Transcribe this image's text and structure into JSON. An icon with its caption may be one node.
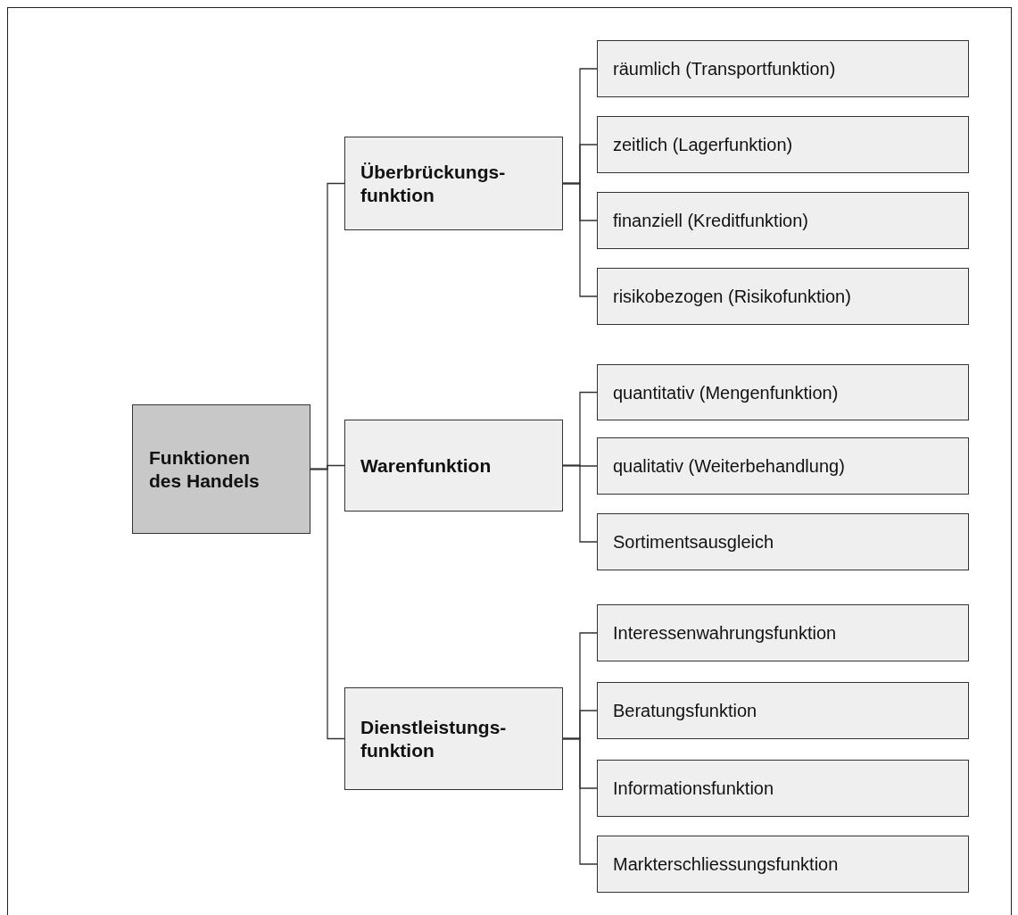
{
  "diagram": {
    "nodes": [
      {
        "text": [
          "Funktionen des Handels"
        ]
      },
      {
        "text": [
          "Überbrückungs-funktion"
        ]
      },
      {
        "text": [
          "Warenfunktion"
        ]
      },
      {
        "text": [
          "Dienstleistungs-funktion"
        ]
      },
      {
        "text": [
          "räumlich (Transportfunktion)"
        ]
      },
      {
        "text": [
          "zeitlich (Lagerfunktion)"
        ]
      },
      {
        "text": [
          "finanziell (Kreditfunktion)"
        ]
      },
      {
        "text": [
          "risikobezogen (Risikofunktion)"
        ]
      },
      {
        "text": [
          "quantitativ (Mengenfunktion)"
        ]
      },
      {
        "text": [
          "qualitativ (Weiterbehandlung)"
        ]
      },
      {
        "text": [
          "Sortimentsausgleich"
        ]
      },
      {
        "text": [
          "Interessenwahrungsfunktion"
        ]
      },
      {
        "text": [
          "Beratungsfunktion"
        ]
      },
      {
        "text": [
          "Informationsfunktion"
        ]
      },
      {
        "text": [
          "Markterschliessungsfunktion"
        ]
      }
    ],
    "edges": [
      {
        "from": 0,
        "to": 1,
        "arrow": "none"
      },
      {
        "from": 0,
        "to": 2,
        "arrow": "none"
      },
      {
        "from": 0,
        "to": 3,
        "arrow": "none"
      },
      {
        "from": 1,
        "to": 4,
        "arrow": "none"
      },
      {
        "from": 1,
        "to": 5,
        "arrow": "none"
      },
      {
        "from": 1,
        "to": 6,
        "arrow": "none"
      },
      {
        "from": 1,
        "to": 7,
        "arrow": "none"
      },
      {
        "from": 2,
        "to": 8,
        "arrow": "none"
      },
      {
        "from": 2,
        "to": 9,
        "arrow": "none"
      },
      {
        "from": 2,
        "to": 10,
        "arrow": "none"
      },
      {
        "from": 3,
        "to": 11,
        "arrow": "none"
      },
      {
        "from": 3,
        "to": 12,
        "arrow": "none"
      },
      {
        "from": 3,
        "to": 13,
        "arrow": "none"
      },
      {
        "from": 3,
        "to": 14,
        "arrow": "none"
      }
    ]
  }
}
